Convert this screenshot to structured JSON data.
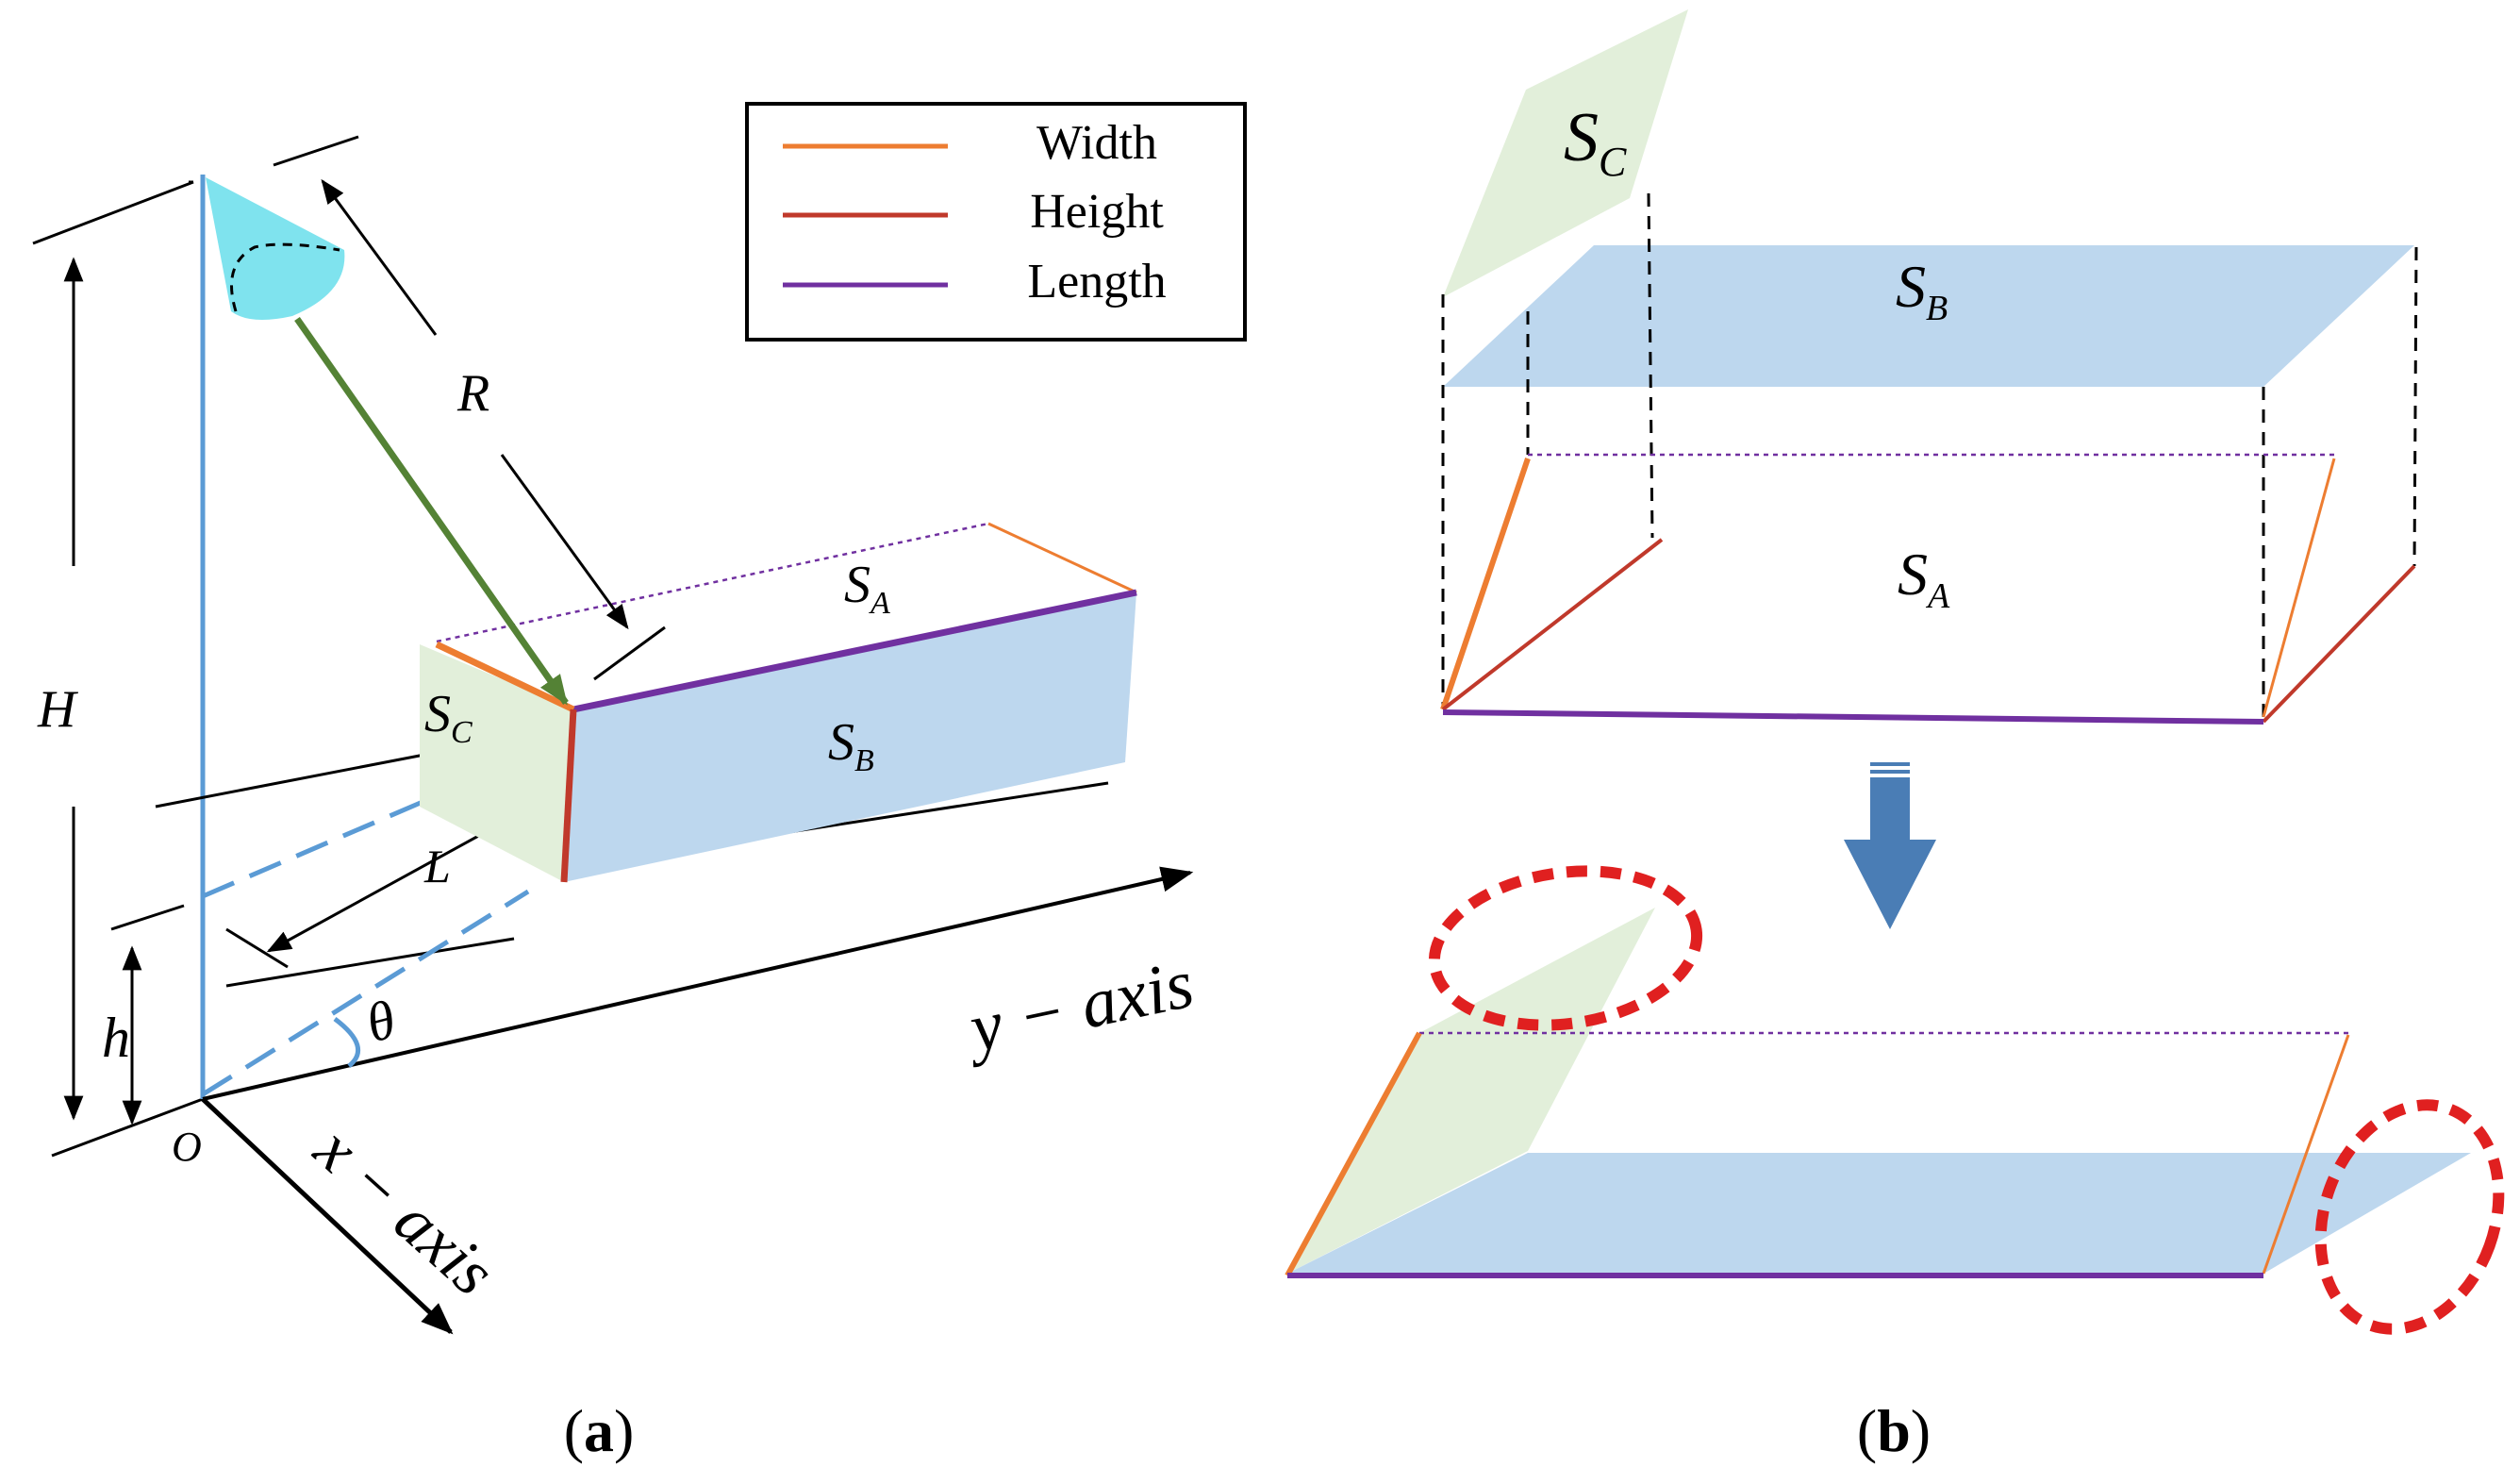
{
  "legend": {
    "items": [
      {
        "label": "Width",
        "color": "#ED7D31"
      },
      {
        "label": "Height",
        "color": "#C0392B"
      },
      {
        "label": "Length",
        "color": "#7030A0"
      }
    ]
  },
  "panel_a": {
    "caption_open": "(",
    "caption_letter": "a",
    "caption_close": ")",
    "labels": {
      "R": "R",
      "H": "H",
      "h": "h",
      "L": "L",
      "O": "O",
      "theta": "θ",
      "SA_main": "S",
      "SA_sub": "A",
      "SB_main": "S",
      "SB_sub": "B",
      "SC_main": "S",
      "SC_sub": "C",
      "y_axis": "y − axis",
      "x_axis": "x − axis"
    }
  },
  "panel_b": {
    "caption_open": "(",
    "caption_letter": "b",
    "caption_close": ")",
    "labels": {
      "SC_main": "S",
      "SC_sub": "C",
      "SB_main": "S",
      "SB_sub": "B",
      "SA_main": "S",
      "SA_sub": "A"
    }
  },
  "colors": {
    "face_blue": "#BDD7EE",
    "face_green": "#E2EFDA",
    "cone_cyan": "#7FE3EE",
    "axis_blue": "#5B9BD5",
    "arrow_green": "#548235",
    "width_orange": "#ED7D31",
    "height_red": "#C0392B",
    "length_purple": "#7030A0",
    "highlight_red": "#E02020",
    "down_arrow": "#4A7DB5"
  }
}
